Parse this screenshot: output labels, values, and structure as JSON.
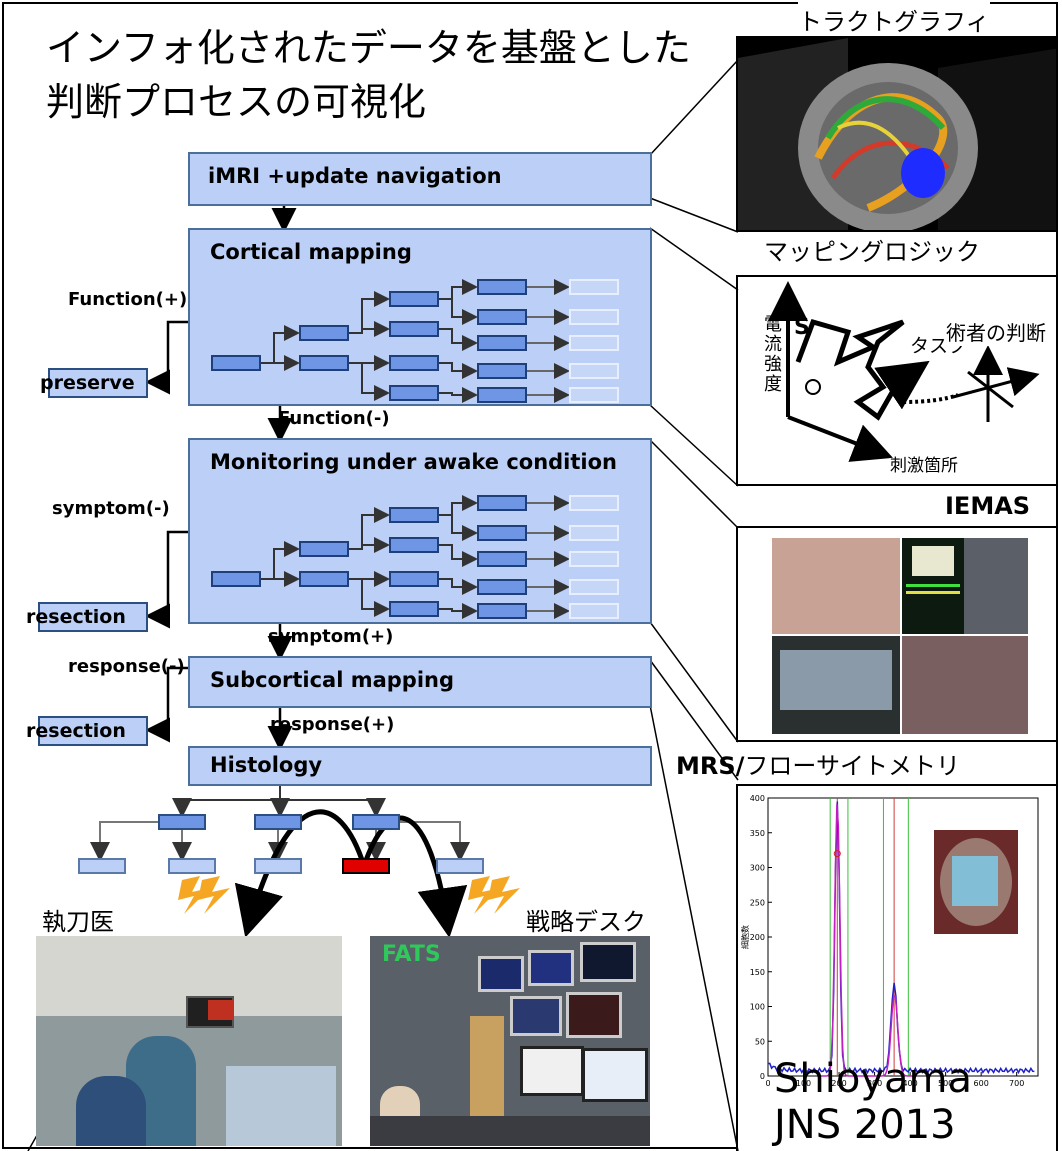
{
  "title_line1": "インフォ化されたデータを基盤とした",
  "title_line2": "判断プロセスの可視化",
  "tractography_label": "トラクトグラフィ",
  "mapping_logic_label": "マッピングロジック",
  "iemas_label": "IEMAS",
  "mrs_label_bold": "MRS/",
  "mrs_label_rest": "フローサイトメトリ",
  "citation_line1": "Shioyama",
  "citation_line2": "JNS 2013",
  "steps": {
    "imri": "iMRI +update navigation",
    "cortical": "Cortical mapping",
    "monitoring": "Monitoring under awake condition",
    "subcortical": "Subcortical mapping",
    "histology": "Histology"
  },
  "edges": {
    "function_pos": "Function(+)",
    "function_neg": "Function(-)",
    "symptom_neg": "symptom(-)",
    "symptom_pos": "symptom(+)",
    "response_neg": "response(-)",
    "response_pos": "response(+)"
  },
  "outcomes": {
    "preserve": "preserve",
    "resection1": "resection",
    "resection2": "resection"
  },
  "roles": {
    "surgeon": "執刀医",
    "strategy_desk": "戦略デスク"
  },
  "mapping_diagram": {
    "y_axis": "電流強度",
    "s_marker": "S",
    "task": "タスク",
    "surgeon_judgement": "術者の判断",
    "stim_site": "刺激箇所"
  },
  "fats_logo": "FATS",
  "mrs_chart": {
    "y_ticks": [
      "400",
      "350",
      "300",
      "250",
      "200",
      "150",
      "100",
      "50",
      "0"
    ],
    "x_ticks": [
      "0",
      "100",
      "200",
      "300",
      "400",
      "500",
      "600",
      "700"
    ],
    "ylabel": "細胞数"
  },
  "colors": {
    "box_fill": "#bcd0f7",
    "node_fill": "#6f96e4",
    "highlight": "#e00000"
  }
}
